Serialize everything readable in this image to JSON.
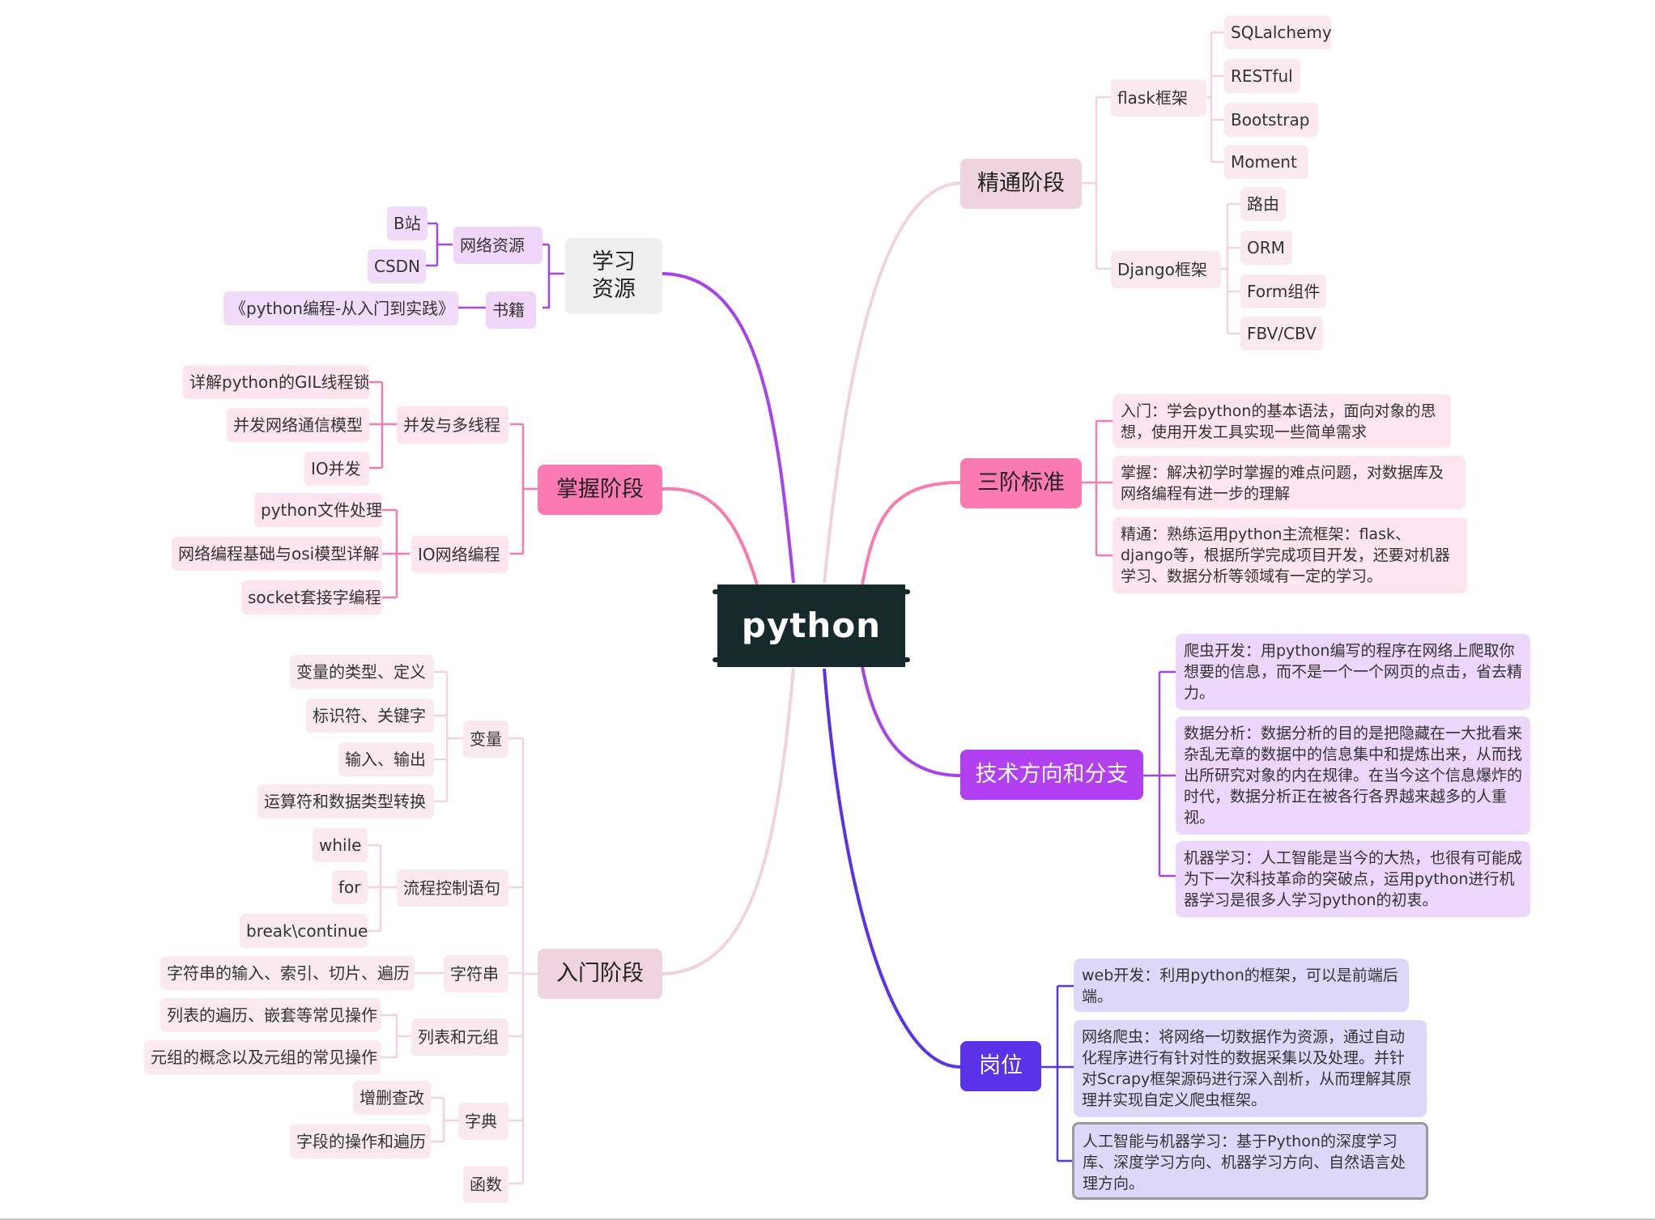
{
  "center": {
    "label": "python"
  },
  "left": {
    "resources": {
      "label": "学习\n资源",
      "online": {
        "label": "网络资源",
        "items": [
          "B站",
          "CSDN"
        ]
      },
      "books": {
        "label": "书籍",
        "items": [
          "《python编程-从入门到实践》"
        ]
      }
    },
    "master": {
      "label": "掌握阶段",
      "concurrency": {
        "label": "并发与多线程",
        "items": [
          "详解python的GIL线程锁",
          "并发网络通信模型",
          "IO并发"
        ]
      },
      "io": {
        "label": "IO网络编程",
        "items": [
          "python文件处理",
          "网络编程基础与osi模型详解",
          "socket套接字编程"
        ]
      }
    },
    "beginner": {
      "label": "入门阶段",
      "variables": {
        "label": "变量",
        "items": [
          "变量的类型、定义",
          "标识符、关键字",
          "输入、输出",
          "运算符和数据类型转换"
        ]
      },
      "flow": {
        "label": "流程控制语句",
        "items": [
          "while",
          "for",
          "break\\continue"
        ]
      },
      "string": {
        "label": "字符串",
        "items": [
          "字符串的输入、索引、切片、遍历"
        ]
      },
      "listtuple": {
        "label": "列表和元组",
        "items": [
          "列表的遍历、嵌套等常见操作",
          "元组的概念以及元组的常见操作"
        ]
      },
      "dict": {
        "label": "字典",
        "items": [
          "增删查改",
          "字段的操作和遍历"
        ]
      },
      "func": {
        "label": "函数"
      }
    }
  },
  "right": {
    "expert": {
      "label": "精通阶段",
      "flask": {
        "label": "flask框架",
        "items": [
          "SQLalchemy",
          "RESTful",
          "Bootstrap",
          "Moment"
        ]
      },
      "django": {
        "label": "Django框架",
        "items": [
          "路由",
          "ORM",
          "Form组件",
          "FBV/CBV"
        ]
      }
    },
    "standards": {
      "label": "三阶标准",
      "items": [
        "入门：学会python的基本语法，面向对象的思想，使用开发工具实现一些简单需求",
        "掌握：解决初学时掌握的难点问题，对数据库及网络编程有进一步的理解",
        "精通：熟练运用python主流框架：flask、django等，根据所学完成项目开发，还要对机器学习、数据分析等领域有一定的学习。"
      ]
    },
    "tech": {
      "label": "技术方向和分支",
      "items": [
        "爬虫开发：用python编写的程序在网络上爬取你想要的信息，而不是一个一个网页的点击，省去精力。",
        "数据分析：数据分析的目的是把隐藏在一大批看来杂乱无章的数据中的信息集中和提炼出来，从而找出所研究对象的内在规律。在当今这个信息爆炸的时代，数据分析正在被各行各界越来越多的人重视。",
        "机器学习：人工智能是当今的大热，也很有可能成为下一次科技革命的突破点，运用python进行机器学习是很多人学习python的初衷。"
      ]
    },
    "jobs": {
      "label": "岗位",
      "items": [
        "web开发：利用python的框架，可以是前端后端。",
        "网络爬虫：将网络一切数据作为资源，通过自动化程序进行有针对性的数据采集以及处理。并针对Scrapy框架源码进行深入剖析，从而理解其原理并实现自定义爬虫框架。",
        "人工智能与机器学习：基于Python的深度学习库、深度学习方向、机器学习方向、自然语言处理方向。"
      ]
    }
  },
  "colors": {
    "gray": "#efefef",
    "pink_main": "#fb7ab2",
    "pink_light": "#fde4ef",
    "mauve_main": "#efd3de",
    "mauve_light": "#faeaf0",
    "violet_main": "#b23ff0",
    "violet_light": "#ecd6fb",
    "indigo_main": "#5a32e8",
    "indigo_light": "#ddd8f9",
    "lilac_light": "#f0dbfb"
  }
}
